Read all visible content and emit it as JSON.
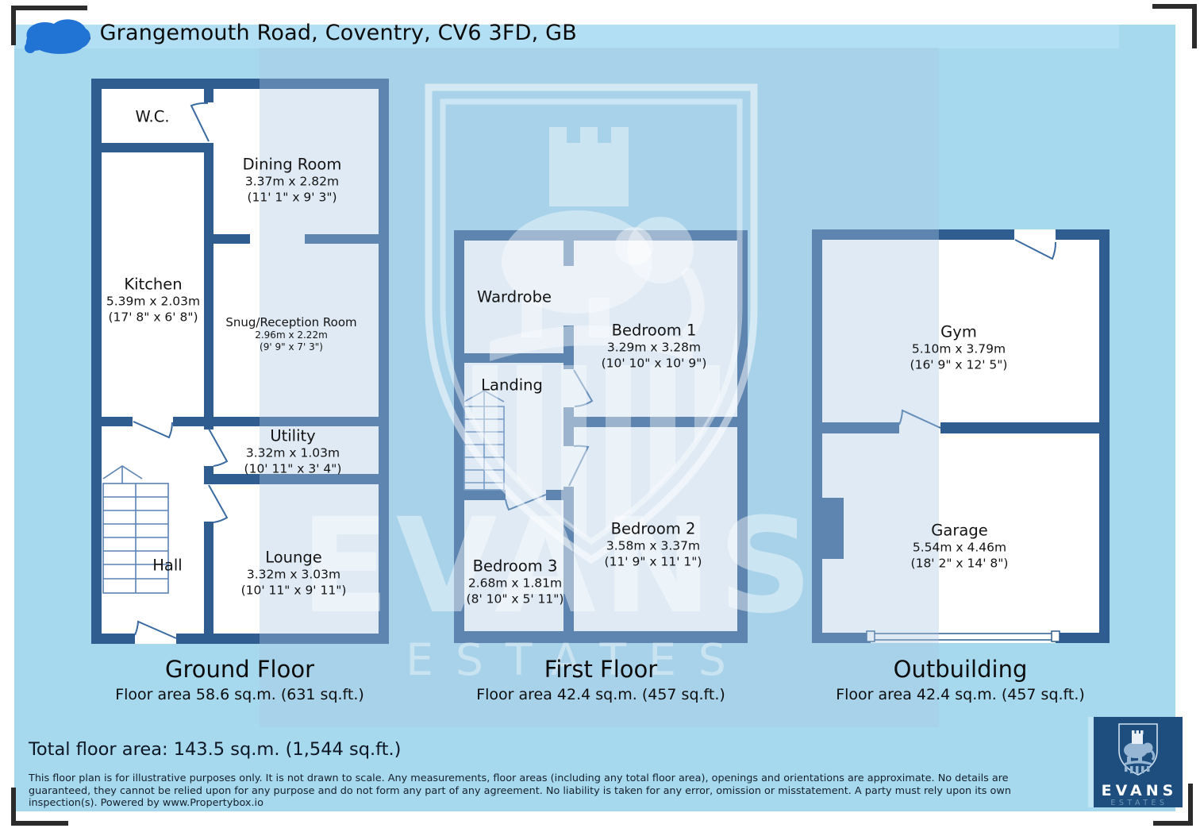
{
  "header": {
    "address": ", Grangemouth Road, Coventry, CV6 3FD, GB"
  },
  "floors": [
    {
      "title": "Ground Floor",
      "area_label": "Floor area 58.6 sq.m. (631 sq.ft.)",
      "rooms": [
        {
          "name": "W.C."
        },
        {
          "name": "Dining Room",
          "metric": "3.37m x 2.82m",
          "imperial": "(11' 1\" x 9' 3\")"
        },
        {
          "name": "Kitchen",
          "metric": "5.39m x 2.03m",
          "imperial": "(17' 8\" x 6' 8\")"
        },
        {
          "name": "Snug/Reception Room",
          "metric": "2.96m x 2.22m",
          "imperial": "(9' 9\" x 7' 3\")"
        },
        {
          "name": "Utility",
          "metric": "3.32m x 1.03m",
          "imperial": "(10' 11\" x 3' 4\")"
        },
        {
          "name": "Hall"
        },
        {
          "name": "Lounge",
          "metric": "3.32m x 3.03m",
          "imperial": "(10' 11\" x 9' 11\")"
        }
      ]
    },
    {
      "title": "First Floor",
      "area_label": "Floor area 42.4 sq.m. (457 sq.ft.)",
      "rooms": [
        {
          "name": "Wardrobe"
        },
        {
          "name": "Bedroom 1",
          "metric": "3.29m x 3.28m",
          "imperial": "(10' 10\" x 10' 9\")"
        },
        {
          "name": "Landing"
        },
        {
          "name": "Bedroom 2",
          "metric": "3.58m x 3.37m",
          "imperial": "(11' 9\" x 11' 1\")"
        },
        {
          "name": "Bedroom 3",
          "metric": "2.68m x 1.81m",
          "imperial": "(8' 10\" x 5' 11\")"
        }
      ]
    },
    {
      "title": "Outbuilding",
      "area_label": "Floor area 42.4 sq.m. (457 sq.ft.)",
      "rooms": [
        {
          "name": "Gym",
          "metric": "5.10m x 3.79m",
          "imperial": "(16' 9\" x 12' 5\")"
        },
        {
          "name": "Garage",
          "metric": "5.54m x 4.46m",
          "imperial": "(18' 2\" x 14' 8\")"
        }
      ]
    }
  ],
  "totals": {
    "total_label": "Total floor area: 143.5 sq.m. (1,544 sq.ft.)"
  },
  "disclaimer": {
    "text": "This floor plan is for illustrative purposes only. It is not drawn to scale. Any measurements, floor areas (including any total floor area), openings and orientations are approximate. No details are guaranteed, they cannot be relied upon for any purpose and do not form any part of any agreement. No liability is taken for any error, omission or misstatement. A party must rely upon its own inspection(s). Powered by www.Propertybox.io"
  },
  "watermark": {
    "brand": "EVANS",
    "tagline": "ESTATES"
  },
  "logo": {
    "brand": "EVANS",
    "tagline": "ESTATES"
  },
  "colors": {
    "canvas": "#a6d8ee",
    "wall": "#2f5d90",
    "room": "#ffffff",
    "scribble": "#2173d4",
    "logo_background": "#1d4e7e"
  }
}
